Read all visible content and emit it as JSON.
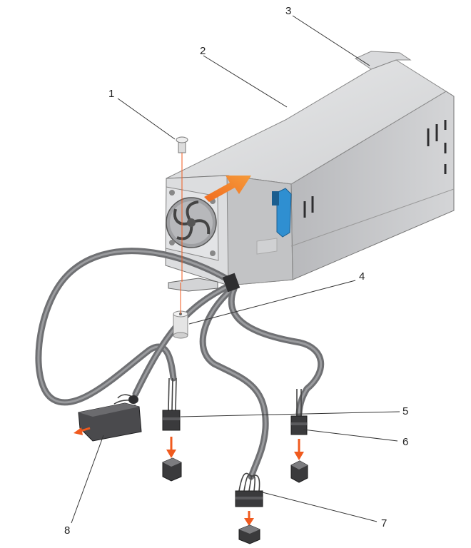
{
  "callouts": [
    {
      "num": "1"
    },
    {
      "num": "2"
    },
    {
      "num": "3"
    },
    {
      "num": "4"
    },
    {
      "num": "5"
    },
    {
      "num": "6"
    },
    {
      "num": "7"
    },
    {
      "num": "8"
    }
  ],
  "colors": {
    "housing": "#c9cacc",
    "housing_dark": "#a9aaad",
    "cable": "#6f7073",
    "latch": "#2f8fd1",
    "arrow": "#f05a1e",
    "connector": "#3a3a3c"
  },
  "icons": [
    "screw-icon",
    "fan-icon",
    "latch-icon",
    "connector-icon",
    "arrow-icon"
  ]
}
